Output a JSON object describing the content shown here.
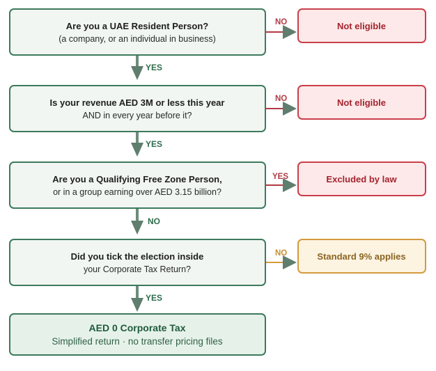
{
  "steps": [
    {
      "question": "Are you a UAE Resident Person?",
      "detail": "(a company, or an individual in business)",
      "branch_label": "NO",
      "outcome": "Not eligible",
      "outcome_color": "#c93f4a",
      "down_label": "YES"
    },
    {
      "question": "Is your revenue AED 3M or less this year",
      "detail": "AND in every year before it?",
      "branch_label": "NO",
      "outcome": "Not eligible",
      "outcome_color": "#c93f4a",
      "down_label": "YES"
    },
    {
      "question": "Are you a Qualifying Free Zone Person,",
      "detail": "or in a group earning over AED 3.15 billion?",
      "branch_label": "YES",
      "outcome": "Excluded by law",
      "outcome_color": "#c93f4a",
      "down_label": "NO"
    },
    {
      "question": "Did you tick the election inside",
      "detail": "your Corporate Tax Return?",
      "branch_label": "NO",
      "outcome": "Standard 9% applies",
      "outcome_color": "#d39b3c",
      "down_label": "YES"
    }
  ],
  "result": {
    "title": "AED 0 Corporate Tax",
    "detail": "Simplified return · no transfer pricing files",
    "color": "#3d7a5c"
  }
}
